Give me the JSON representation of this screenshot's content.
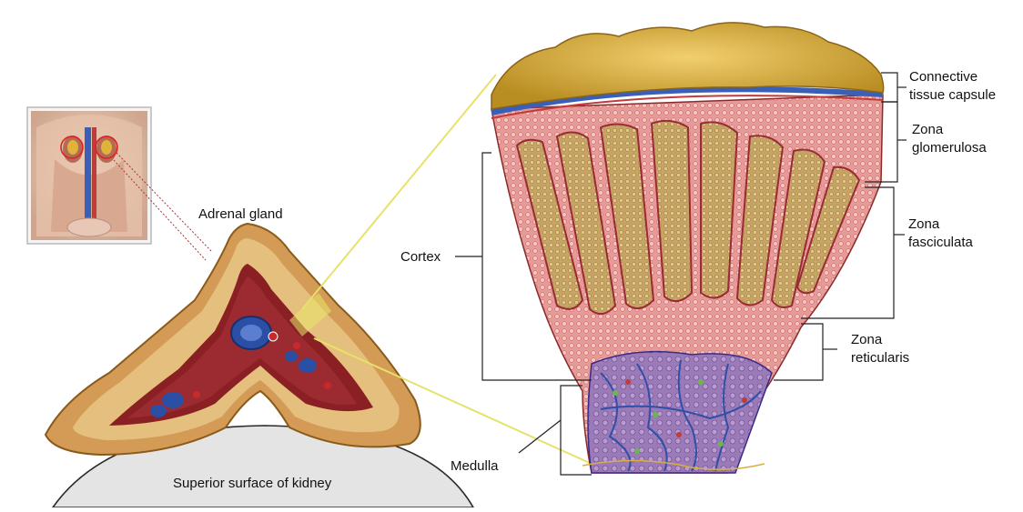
{
  "labels": {
    "adrenal_gland": "Adrenal gland",
    "kidney_surface": "Superior surface of kidney",
    "cortex": "Cortex",
    "medulla": "Medulla",
    "capsule_line1": "Connective",
    "capsule_line2": "tissue capsule",
    "glomerulosa_line1": "Zona",
    "glomerulosa_line2": "glomerulosa",
    "fasciculata_line1": "Zona",
    "fasciculata_line2": "fasciculata",
    "reticularis_line1": "Zona",
    "reticularis_line2": "reticularis"
  },
  "colors": {
    "fat": "#d8a93a",
    "cortex_tan": "#c9a26a",
    "cortex_pink": "#e79a9a",
    "fasciculata": "#c8a766",
    "medulla_purple": "#8a64a8",
    "blood_red": "#a8222a",
    "vein_blue": "#2f56a8",
    "kidney_gray": "#e3e3e3",
    "highlight_yellow": "#e8e86a"
  }
}
